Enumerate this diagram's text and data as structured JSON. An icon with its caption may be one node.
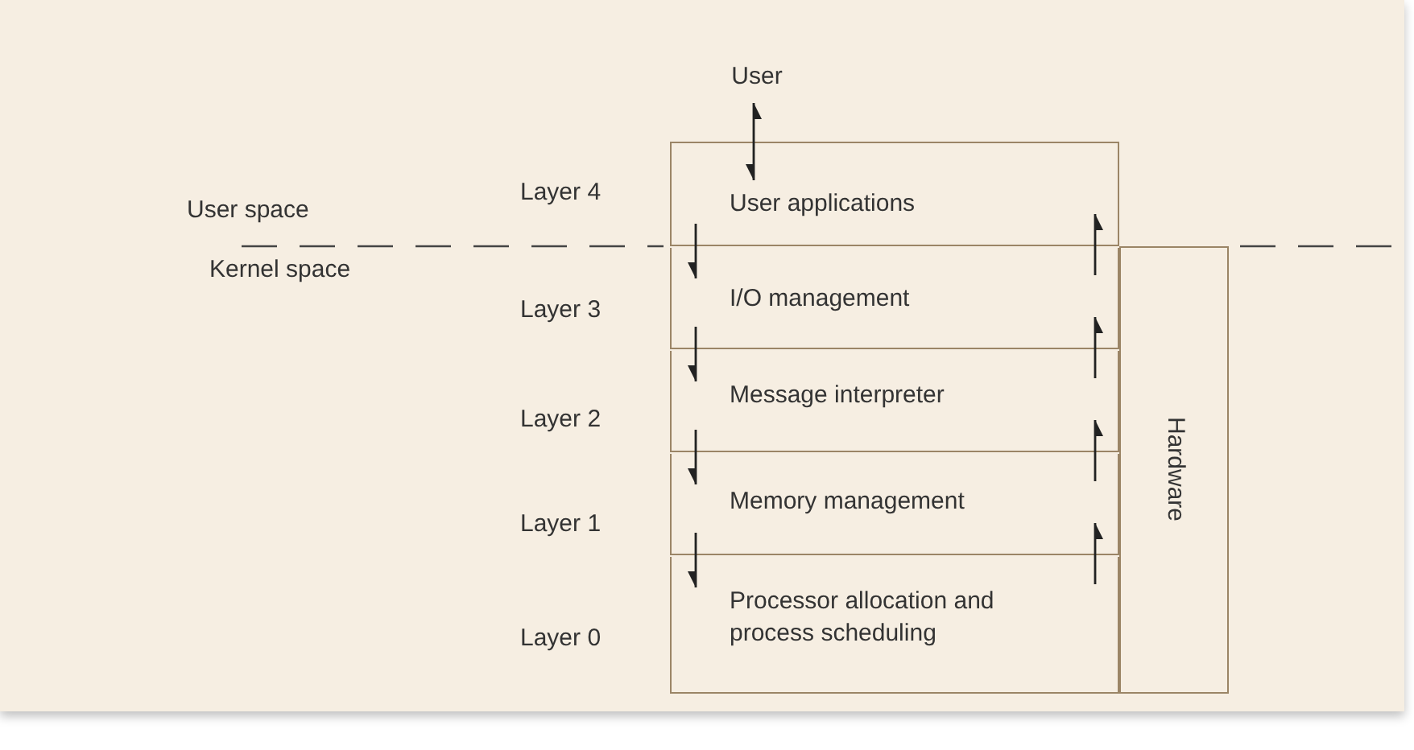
{
  "diagram": {
    "nodes": [
      {
        "text": [
          "User"
        ]
      },
      {
        "text": [
          "User applications"
        ],
        "beside": [
          "Layer 4"
        ]
      },
      {
        "text": [
          "I/O management"
        ],
        "beside": [
          "Layer 3"
        ]
      },
      {
        "text": [
          "Message interpreter"
        ],
        "beside": [
          "Layer 2"
        ]
      },
      {
        "text": [
          "Memory management"
        ],
        "beside": [
          "Layer 1"
        ]
      },
      {
        "text": [
          "Processor allocation and process scheduling"
        ],
        "beside": [
          "Layer 0"
        ]
      },
      {
        "text": [
          "Hardware"
        ]
      }
    ],
    "edges": [
      {
        "from": 0,
        "to": 1,
        "arrow": "both"
      },
      {
        "from": 1,
        "to": 2,
        "arrow": "to"
      },
      {
        "from": 2,
        "to": 1,
        "arrow": "to"
      },
      {
        "from": 2,
        "to": 3,
        "arrow": "to"
      },
      {
        "from": 3,
        "to": 2,
        "arrow": "to"
      },
      {
        "from": 3,
        "to": 4,
        "arrow": "to"
      },
      {
        "from": 4,
        "to": 3,
        "arrow": "to"
      },
      {
        "from": 4,
        "to": 5,
        "arrow": "to"
      },
      {
        "from": 5,
        "to": 4,
        "arrow": "to"
      }
    ],
    "labels": [
      "User space",
      "Kernel space"
    ]
  }
}
